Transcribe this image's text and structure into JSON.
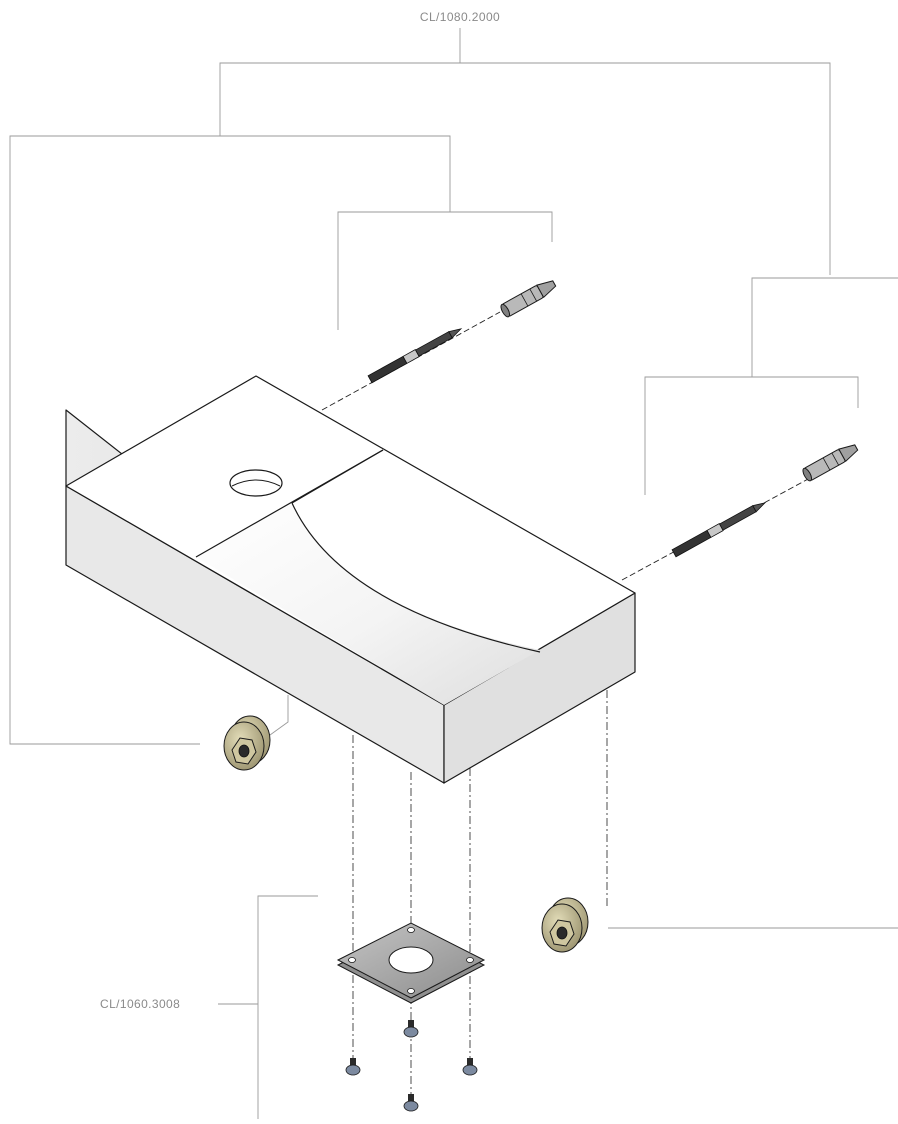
{
  "labels": {
    "top_part_number": "CL/1080.2000",
    "plate_part_number": "CL/1060.3008"
  },
  "colors": {
    "leader_line": "#9a9a9a",
    "outline": "#1a1a1a",
    "basin_front": "#e6e6e6",
    "basin_side": "#dcdcdc",
    "basin_top": "#ffffff",
    "hardware_brass": "#bcb38a",
    "plate_metal": "#a8a8a8",
    "anchor_grey": "#9a9a9a"
  },
  "parts": [
    "wash-basin",
    "wall-anchor-left",
    "hanger-bolt-left",
    "wall-anchor-right",
    "hanger-bolt-right",
    "mounting-washer-nut-left",
    "mounting-washer-nut-right",
    "drain-mounting-plate",
    "plate-screw"
  ]
}
